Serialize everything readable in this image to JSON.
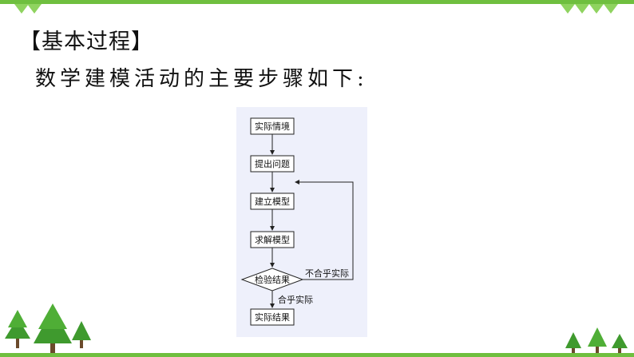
{
  "heading": "【基本过程】",
  "subtitle": "数学建模活动的主要步骤如下:",
  "flowchart": {
    "steps": [
      "实际情境",
      "提出问题",
      "建立模型",
      "求解模型"
    ],
    "decision": "检验结果",
    "final": "实际结果",
    "no_label": "不合乎实际",
    "yes_label": "合乎实际"
  },
  "colors": {
    "accent": "#6fbf3f",
    "tree": "#3f9a2e",
    "panel": "#eef0fb"
  }
}
